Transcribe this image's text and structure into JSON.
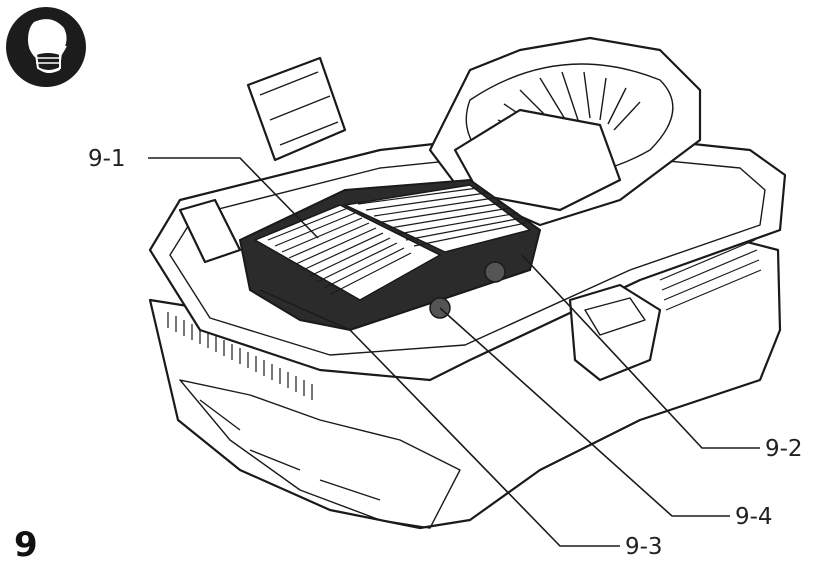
{
  "figure": {
    "number": "9",
    "callouts": [
      {
        "id": "c1",
        "text": "9-1"
      },
      {
        "id": "c2",
        "text": "9-2"
      },
      {
        "id": "c3",
        "text": "9-3"
      },
      {
        "id": "c4",
        "text": "9-4"
      }
    ],
    "icons": {
      "safety": "dust-mask-icon"
    },
    "colors": {
      "ink": "#1a1a1a",
      "filter_dark": "#2b2b2b",
      "icon_bg": "#1c1c1c"
    }
  }
}
